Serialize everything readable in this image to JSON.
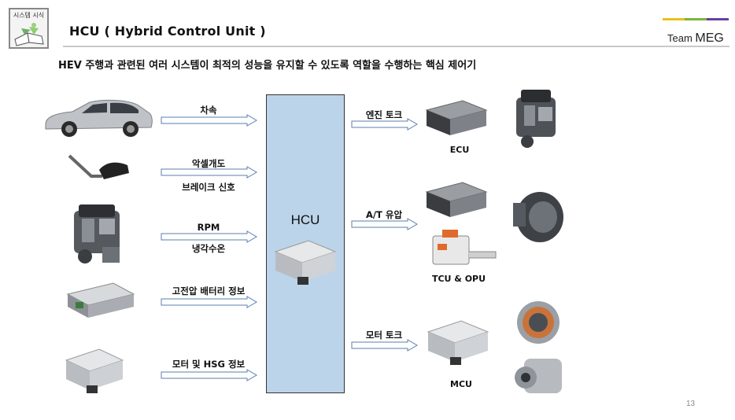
{
  "header": {
    "logo_text": "시스템 시식",
    "title": "HCU ( Hybrid Control Unit )",
    "team_prefix": "Team",
    "team_name": "MEG",
    "brand_colors": [
      "#e8c21a",
      "#7cb342",
      "#6a3fa0"
    ]
  },
  "subtitle": "HEV 주행과 관련된 여러 시스템이 최적의 성능을 유지할 수 있도록 역할을 수행하는 핵심 제어기",
  "hcu": {
    "label": "HCU"
  },
  "inputs": [
    {
      "icon": "car-icon",
      "labels": [
        "차속"
      ]
    },
    {
      "icon": "pedal-icon",
      "labels": [
        "악셀개도",
        "브레이크 신호"
      ]
    },
    {
      "icon": "engine-icon",
      "labels": [
        "RPM",
        "냉각수온"
      ]
    },
    {
      "icon": "battery-icon",
      "labels": [
        "고전압 배터리 정보"
      ]
    },
    {
      "icon": "motor-controller-icon",
      "labels": [
        "모터 및 HSG 정보"
      ]
    }
  ],
  "outputs": [
    {
      "label": "엔진 토크",
      "caption": "ECU"
    },
    {
      "label": "A/T 유압",
      "caption": "TCU & OPU"
    },
    {
      "label": "모터 토크",
      "caption": "MCU"
    }
  ],
  "page_number": "13"
}
